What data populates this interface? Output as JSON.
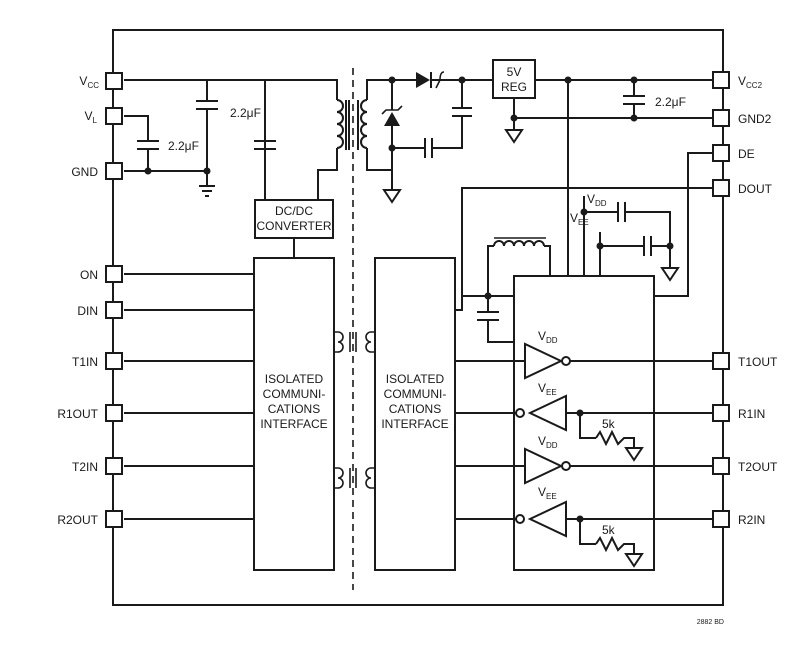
{
  "left_pins": {
    "vcc": {
      "main": "V",
      "sub": "CC"
    },
    "vl": {
      "main": "V",
      "sub": "L"
    },
    "gnd": "GND",
    "on": "ON",
    "din": "DIN",
    "t1in": "T1IN",
    "r1out": "R1OUT",
    "t2in": "T2IN",
    "r2out": "R2OUT"
  },
  "right_pins": {
    "vcc2": {
      "main": "V",
      "sub": "CC2"
    },
    "gnd2": "GND2",
    "de": "DE",
    "dout": "DOUT",
    "t1out": "T1OUT",
    "r1in": "R1IN",
    "t2out": "T2OUT",
    "r2in": "R2IN"
  },
  "components": {
    "cap_vcc": "2.2μF",
    "cap_vl": "2.2μF",
    "cap_vcc2": "2.2μF",
    "dcdc": [
      "DC/DC",
      "CONVERTER"
    ],
    "reg": [
      "5V",
      "REG"
    ],
    "iso_left": [
      "ISOLATED",
      "COMMUNI-",
      "CATIONS",
      "INTERFACE"
    ],
    "iso_right": [
      "ISOLATED",
      "COMMUNI-",
      "CATIONS",
      "INTERFACE"
    ],
    "vdd": {
      "main": "V",
      "sub": "DD"
    },
    "vee": {
      "main": "V",
      "sub": "EE"
    },
    "res1": "5k",
    "res2": "5k"
  },
  "footer": "2882 BD"
}
